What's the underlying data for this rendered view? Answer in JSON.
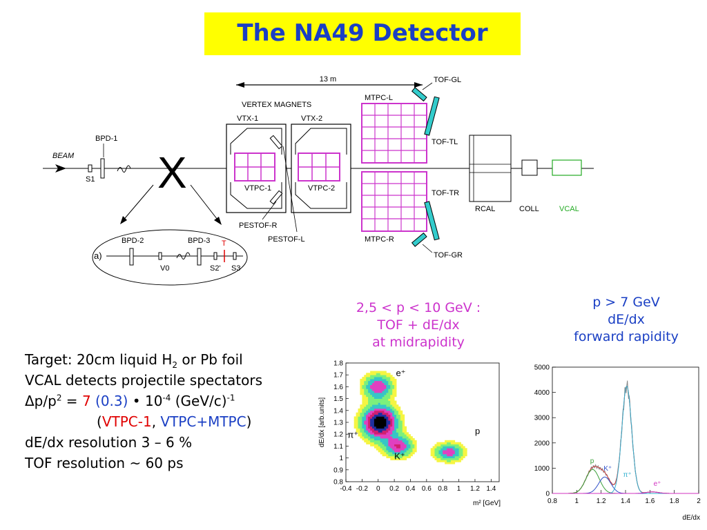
{
  "title": "The NA49 Detector",
  "schematic": {
    "length_label": "13 m",
    "vertex_magnets": "VERTEX MAGNETS",
    "vtx1": "VTX-1",
    "vtx2": "VTX-2",
    "beam": "BEAM",
    "bpd1": "BPD-1",
    "s1": "S1",
    "vtpc1": "VTPC-1",
    "vtpc2": "VTPC-2",
    "pestof_r": "PESTOF-R",
    "pestof_l": "PESTOF-L",
    "mtpc_l": "MTPC-L",
    "mtpc_r": "MTPC-R",
    "tof_gl": "TOF-GL",
    "tof_tl": "TOF-TL",
    "tof_tr": "TOF-TR",
    "tof_gr": "TOF-GR",
    "rcal": "RCAL",
    "coll": "COLL",
    "vcal": "VCAL",
    "inset_a": "a)",
    "bpd2": "BPD-2",
    "bpd3": "BPD-3",
    "t": "T",
    "v0": "V0",
    "s2p": "S2'",
    "s3": "S3",
    "x_mark": "X"
  },
  "captions": {
    "left": [
      "2,5 < p < 10 GeV :",
      "TOF + dE/dx",
      "at midrapidity"
    ],
    "right": [
      "p > 7 GeV",
      "dE/dx",
      "forward rapidity"
    ]
  },
  "params": {
    "line1_a": "Target: 20cm liquid H",
    "line1_sub": "2",
    "line1_b": " or Pb foil",
    "line2": "VCAL detects projectile spectators",
    "line3_a": "Δp/p",
    "line3_sup1": "2",
    "line3_b": " = ",
    "line3_red": "7",
    "line3_blue": "(0.3)",
    "line3_c": " • 10",
    "line3_sup2": "-4",
    "line3_d": " (GeV/c)",
    "line3_sup3": "-1",
    "line4_open": "(",
    "line4_red": "VTPC-1",
    "line4_comma": ", ",
    "line4_blue": "VTPC+MTPC",
    "line4_close": ")",
    "line5": "dE/dx resolution 3 – 6 %",
    "line6": "TOF resolution  ~ 60 ps"
  },
  "chart_data": [
    {
      "type": "heatmap",
      "ylabel": "dE/dx [arb.units]",
      "xlabel": "m² [GeV]",
      "xlim": [
        -0.4,
        1.5
      ],
      "ylim": [
        0.8,
        1.8
      ],
      "x_ticks": [
        "-0.4",
        "-0.2",
        "0",
        "0.2",
        "0.4",
        "0.6",
        "0.8",
        "1",
        "1.2",
        "1.4"
      ],
      "y_ticks": [
        "0.8",
        "0.9",
        "1",
        "1.1",
        "1.2",
        "1.3",
        "1.4",
        "1.5",
        "1.6",
        "1.7",
        "1.8"
      ],
      "clusters": [
        {
          "label": "e⁺",
          "x": 0.0,
          "y": 1.6,
          "sx": 0.12,
          "sy": 0.07
        },
        {
          "label": "π⁺",
          "x": 0.02,
          "y": 1.3,
          "sx": 0.14,
          "sy": 0.09
        },
        {
          "label": "K⁺",
          "x": 0.25,
          "y": 1.1,
          "sx": 0.12,
          "sy": 0.06
        },
        {
          "label": "p",
          "x": 0.88,
          "y": 1.05,
          "sx": 0.12,
          "sy": 0.05
        }
      ],
      "annotations": [
        "e⁺",
        "π⁺",
        "K⁺",
        "p"
      ],
      "colors": [
        "#f5f542",
        "#7cf07c",
        "#36c6c6",
        "#e040c0",
        "#d02070",
        "#2030a0",
        "#000000"
      ]
    },
    {
      "type": "line",
      "xlabel": "dE/dx",
      "xlim": [
        0.8,
        2.0
      ],
      "ylim": [
        0,
        5000
      ],
      "x_ticks": [
        "0.8",
        "1",
        "1.2",
        "1.4",
        "1.6",
        "1.8",
        "2"
      ],
      "y_ticks": [
        "0",
        "1000",
        "2000",
        "3000",
        "4000",
        "5000"
      ],
      "series": [
        {
          "name": "p",
          "color": "#3aa03a",
          "mu": 1.13,
          "sigma": 0.055,
          "amp": 950
        },
        {
          "name": "K⁺",
          "color": "#3050c8",
          "mu": 1.23,
          "sigma": 0.05,
          "amp": 650
        },
        {
          "name": "π⁺",
          "color": "#30b0d0",
          "mu": 1.41,
          "sigma": 0.04,
          "amp": 4250
        },
        {
          "name": "e⁺",
          "color": "#d030c0",
          "mu": 1.62,
          "sigma": 0.05,
          "amp": 60
        }
      ]
    }
  ]
}
